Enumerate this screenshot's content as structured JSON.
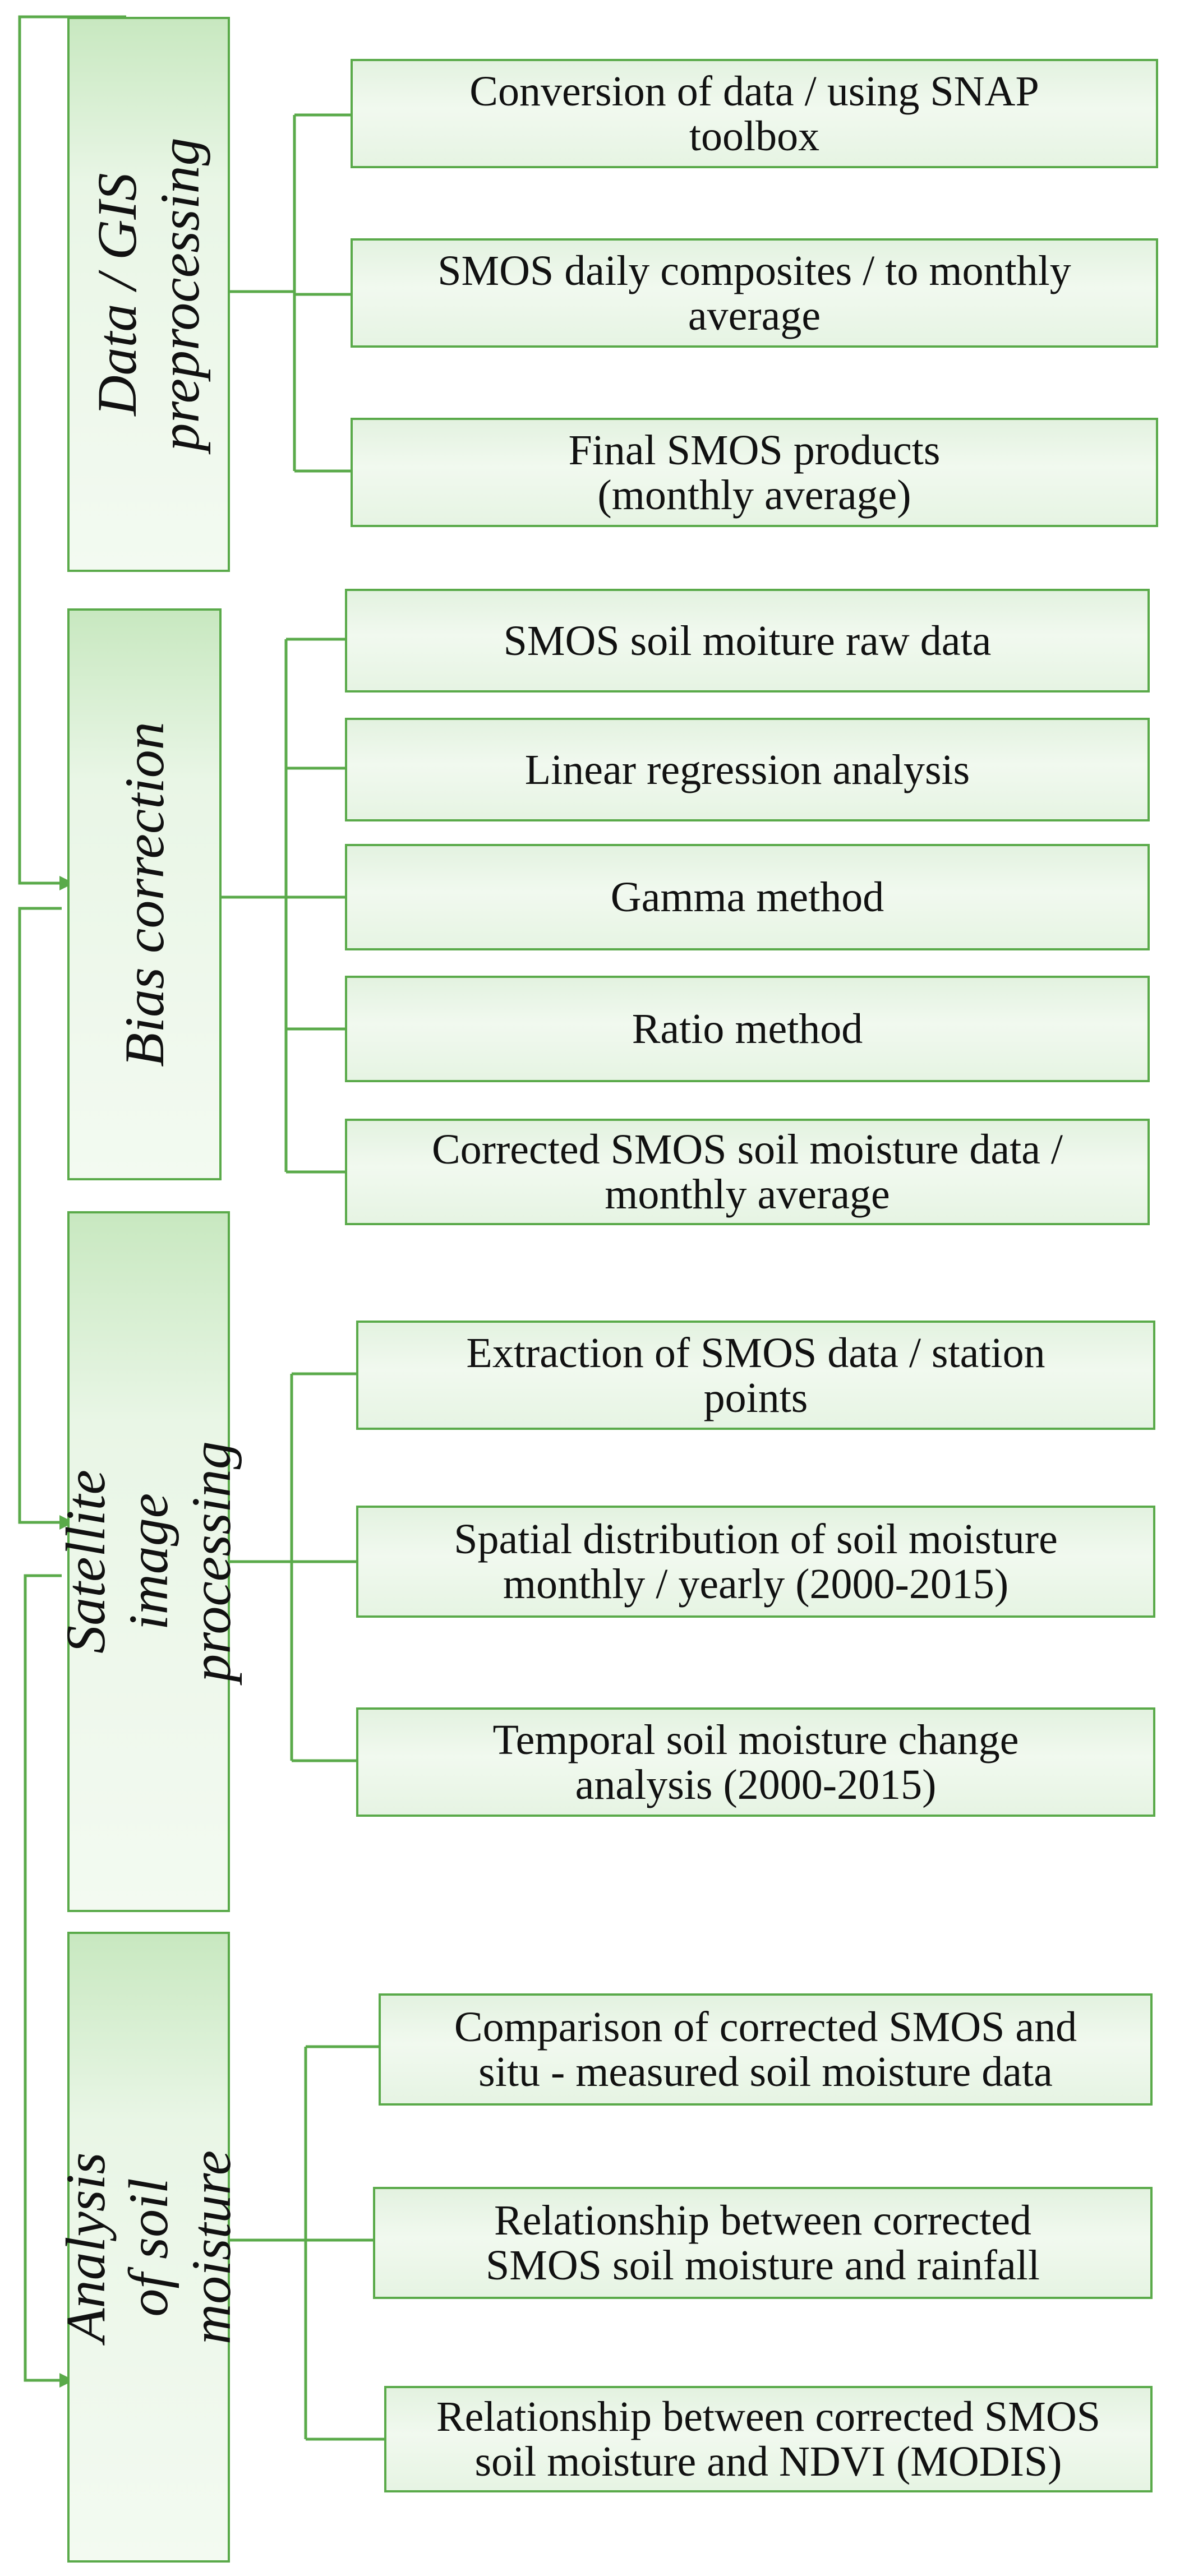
{
  "colors": {
    "accent": "#5aaa4a",
    "fill_dark": "#c8e8c0",
    "fill_light": "#f1f9ef"
  },
  "stages": [
    {
      "label": "Data / GIS\npreprocessing",
      "steps": [
        "Conversion of data / using SNAP\ntoolbox",
        "SMOS daily composites / to monthly\naverage",
        "Final SMOS products\n(monthly average)"
      ]
    },
    {
      "label": "Bias correction",
      "steps": [
        "SMOS soil moiture raw data",
        "Linear regression analysis",
        "Gamma method",
        "Ratio method",
        "Corrected SMOS soil moisture data /\nmonthly average"
      ]
    },
    {
      "label": "Satellite image\nprocessing",
      "steps": [
        "Extraction of SMOS data / station\npoints",
        "Spatial distribution of soil moisture\nmonthly / yearly (2000-2015)",
        "Temporal soil moisture change\nanalysis (2000-2015)"
      ]
    },
    {
      "label": "Analysis of soil\nmoisture",
      "steps": [
        "Comparison of corrected SMOS and\nsitu - measured soil moisture data",
        "Relationship between corrected\nSMOS  soil moisture and rainfall",
        "Relationship between corrected SMOS\nsoil moisture and NDVI (MODIS)"
      ]
    }
  ]
}
